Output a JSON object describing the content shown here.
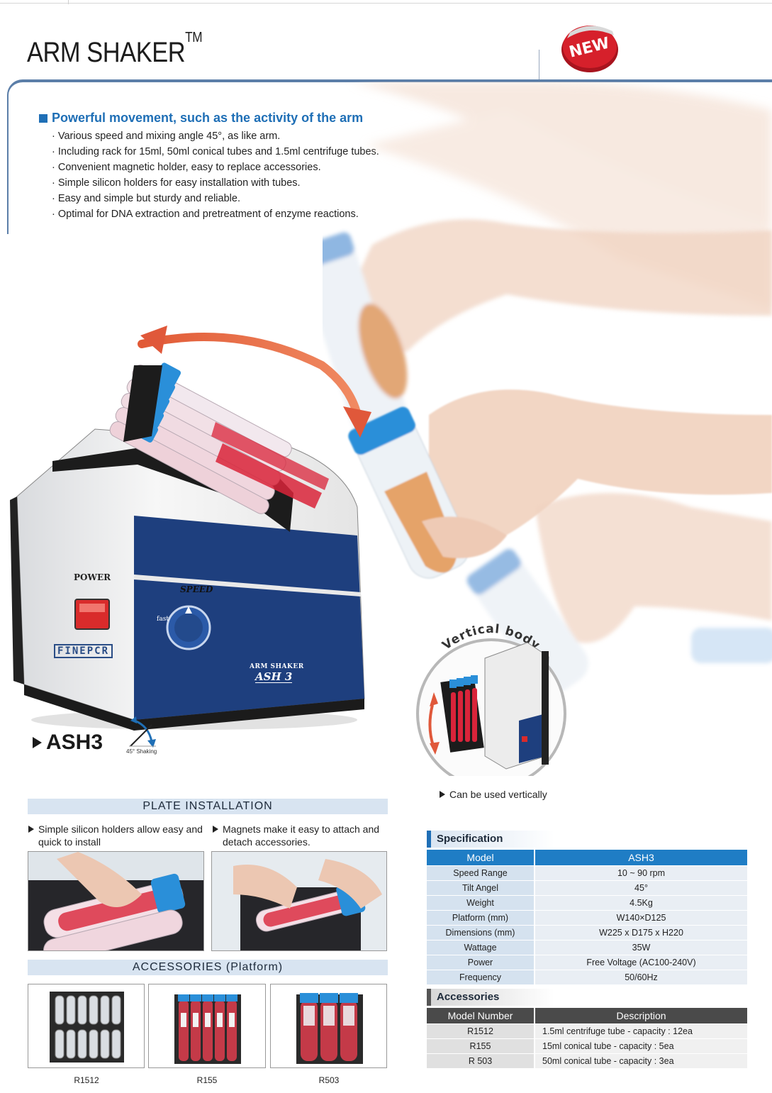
{
  "header": {
    "title": "ARM SHAKER",
    "trademark": "TM",
    "badge": "NEW"
  },
  "features": {
    "title": "Powerful movement, such as the activity of the arm",
    "items": [
      "Various speed and mixing angle 45°, as like arm.",
      "Including rack for 15ml, 50ml conical tubes and 1.5ml centrifuge tubes.",
      "Convenient magnetic holder, easy to replace accessories.",
      "Simple silicon holders for easy installation with tubes.",
      "Easy and simple but sturdy and reliable.",
      "Optimal for DNA extraction and pretreatment of enzyme reactions."
    ]
  },
  "device": {
    "power_label": "POWER",
    "speed_label": "SPEED",
    "fast_label": "fast",
    "brand": "FINEPCR",
    "product_plate_top": "ARM SHAKER",
    "product_plate_model": "ASH 3"
  },
  "model": {
    "name": "ASH3",
    "shake_label": "45° Shaking"
  },
  "vertical": {
    "title": "Vertical body",
    "caption": "Can be used vertically"
  },
  "plate_installation": {
    "title": "PLATE INSTALLATION",
    "note1": "Simple silicon holders allow easy and quick to install",
    "note2": "Magnets make it easy to attach and detach accessories."
  },
  "accessories_platform": {
    "title": "ACCESSORIES (Platform)",
    "items": [
      "R1512",
      "R155",
      "R503"
    ]
  },
  "specification": {
    "title": "Specification",
    "header": [
      "Model",
      "ASH3"
    ],
    "rows": [
      [
        "Speed Range",
        "10 ~ 90 rpm"
      ],
      [
        "Tilt Angel",
        "45°"
      ],
      [
        "Weight",
        "4.5Kg"
      ],
      [
        "Platform (mm)",
        "W140×D125"
      ],
      [
        "Dimensions (mm)",
        "W225 x D175 x H220"
      ],
      [
        "Wattage",
        "35W"
      ],
      [
        "Power",
        "Free Voltage (AC100-240V)"
      ],
      [
        "Frequency",
        "50/60Hz"
      ]
    ]
  },
  "accessories_table": {
    "title": "Accessories",
    "header": [
      "Model Number",
      "Description"
    ],
    "rows": [
      [
        "R1512",
        "1.5ml centrifuge tube - capacity : 12ea"
      ],
      [
        "R155",
        "15ml conical tube - capacity : 5ea"
      ],
      [
        "R 503",
        "50ml conical tube - capacity : 3ea"
      ]
    ]
  },
  "colors": {
    "accent_blue": "#1f6fb6",
    "device_blue": "#1e3f7e",
    "arrow_red": "#e0583a",
    "liquid_red": "#d9243a",
    "cap_blue": "#2a8fd9"
  }
}
